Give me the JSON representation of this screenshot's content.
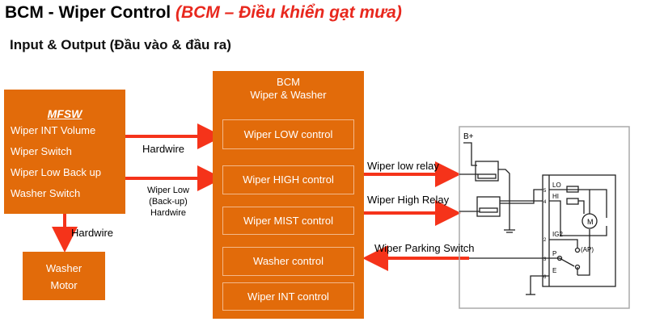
{
  "title": {
    "main": "BCM - Wiper Control",
    "vn": "(BCM – Điều khiển gạt mưa)"
  },
  "subtitle": "Input & Output (Đầu vào & đầu ra)",
  "mfsw": {
    "title": "MFSW",
    "items": [
      "Wiper INT Volume",
      "Wiper Switch",
      "Wiper Low Back up",
      "Washer Switch"
    ]
  },
  "bcm": {
    "title1": "BCM",
    "title2": "Wiper & Washer",
    "controls": [
      "Wiper LOW control",
      "Wiper HIGH control",
      "Wiper MIST control",
      "Washer control",
      "Wiper INT control"
    ]
  },
  "washer": {
    "line1": "Washer",
    "line2": "Motor"
  },
  "labels": {
    "hardwire1": "Hardwire",
    "backup1": "Wiper Low",
    "backup2": "(Back-up)",
    "backup3": "Hardwire",
    "hardwire2": "Hardwire",
    "low_relay": "Wiper low relay",
    "high_relay": "Wiper High Relay",
    "parking": "Wiper Parking Switch"
  },
  "circuit": {
    "bplus": "B+",
    "pins": [
      "LO",
      "HI",
      "IG2",
      "P",
      "E"
    ],
    "pin_nums": [
      "5",
      "4",
      "2",
      "3",
      "6"
    ],
    "ap": "(AP)",
    "motor": "M"
  },
  "colors": {
    "box": "#e26b0a",
    "arrow": "#f5331a",
    "title_vn": "#e8281e"
  }
}
